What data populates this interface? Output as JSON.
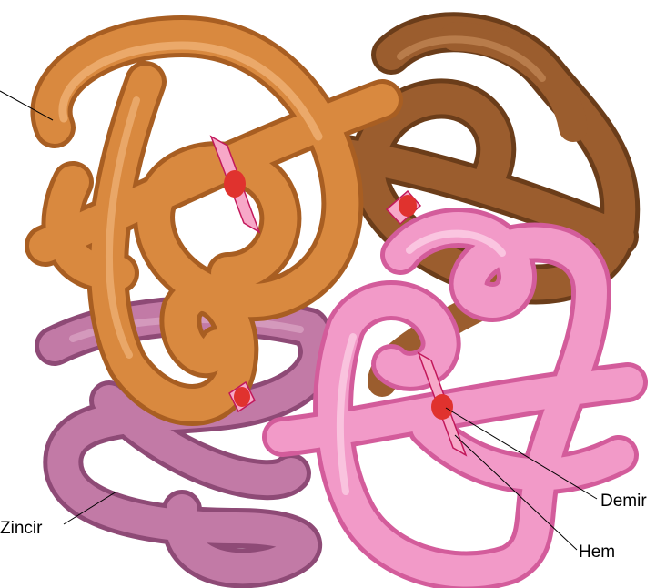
{
  "labels": {
    "chain": "Zincir",
    "iron": "Demir",
    "heme": "Hem"
  },
  "colors": {
    "chain_orange": "#d9893f",
    "chain_brown": "#9b5d2e",
    "chain_mauve": "#c27aa6",
    "chain_pink": "#f29ac8",
    "heme_plate": "#f7a8c8",
    "iron_atom": "#e0322e"
  }
}
